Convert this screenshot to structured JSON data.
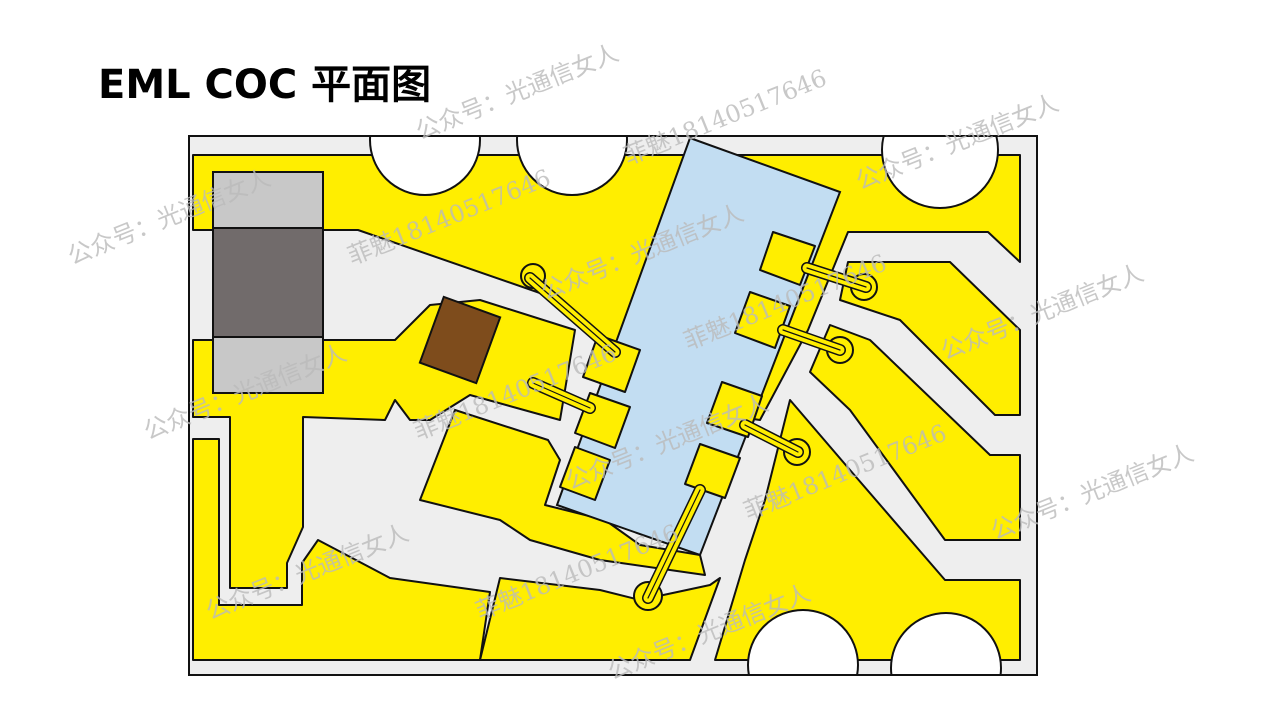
{
  "title": "EML COC 平面图",
  "colors": {
    "gold": "#ffee00",
    "substrate": "#eeeeee",
    "chip": "#c2ddf2",
    "capacitor_end": "#c8c8c8",
    "capacitor_body": "#716b6b",
    "resistor": "#7e4c1c"
  },
  "watermarks": {
    "account": "公众号：光通信女人",
    "phone": "菲魅18140517646"
  }
}
